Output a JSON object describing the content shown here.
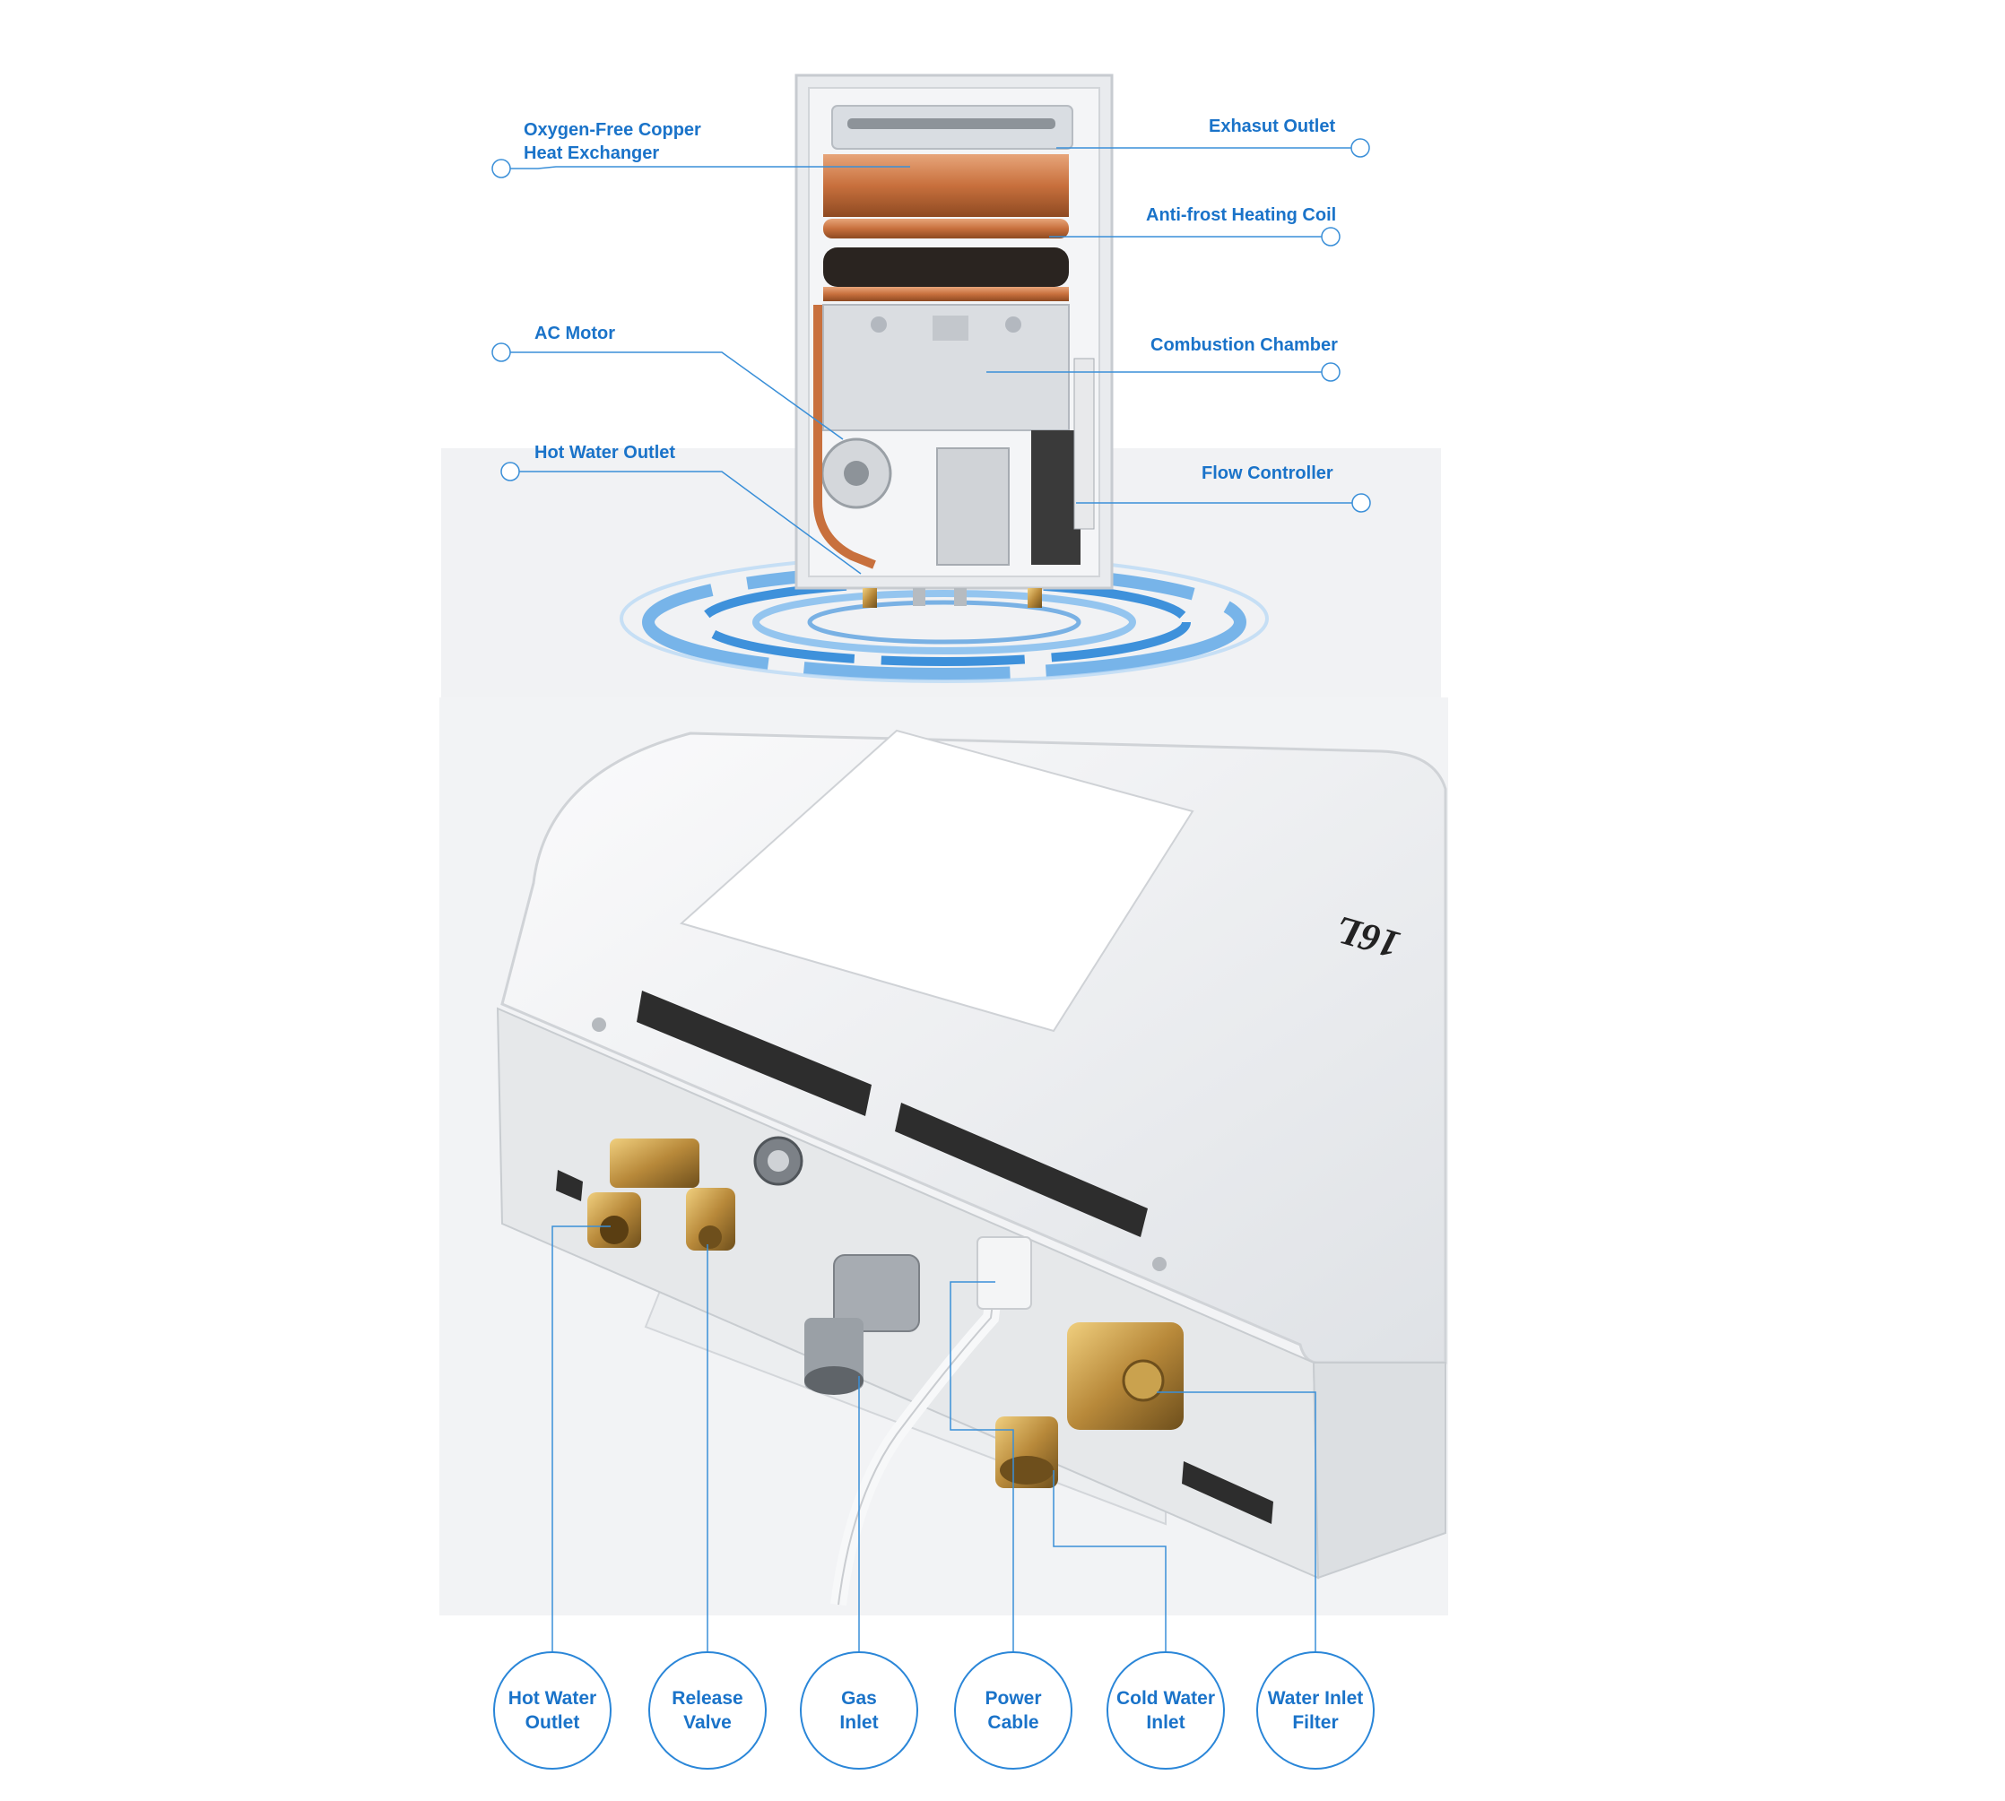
{
  "colors": {
    "accent": "#1a73c9",
    "leader_line": "#3a8fd8",
    "copper": "#c8703d",
    "brass": "#b8893a",
    "body_white": "#f3f4f6"
  },
  "top_callouts": [
    {
      "id": "copper",
      "text": "Oxygen-Free Copper\nHeat Exchanger"
    },
    {
      "id": "exhaust",
      "text": "Exhasut Outlet"
    },
    {
      "id": "antifrost",
      "text": "Anti-frost Heating Coil"
    },
    {
      "id": "acmotor",
      "text": "AC Motor"
    },
    {
      "id": "combustion",
      "text": "Combustion Chamber"
    },
    {
      "id": "hotwater",
      "text": "Hot Water Outlet"
    },
    {
      "id": "flow",
      "text": "Flow Controller"
    }
  ],
  "bottom_callouts": [
    {
      "id": "hot",
      "text": "Hot Water\nOutlet"
    },
    {
      "id": "release",
      "text": "Release\nValve"
    },
    {
      "id": "gas",
      "text": "Gas\nInlet"
    },
    {
      "id": "power",
      "text": "Power\nCable"
    },
    {
      "id": "cold",
      "text": "Cold Water\nInlet"
    },
    {
      "id": "filter",
      "text": "Water Inlet\nFilter"
    }
  ],
  "model_badge": "16L"
}
